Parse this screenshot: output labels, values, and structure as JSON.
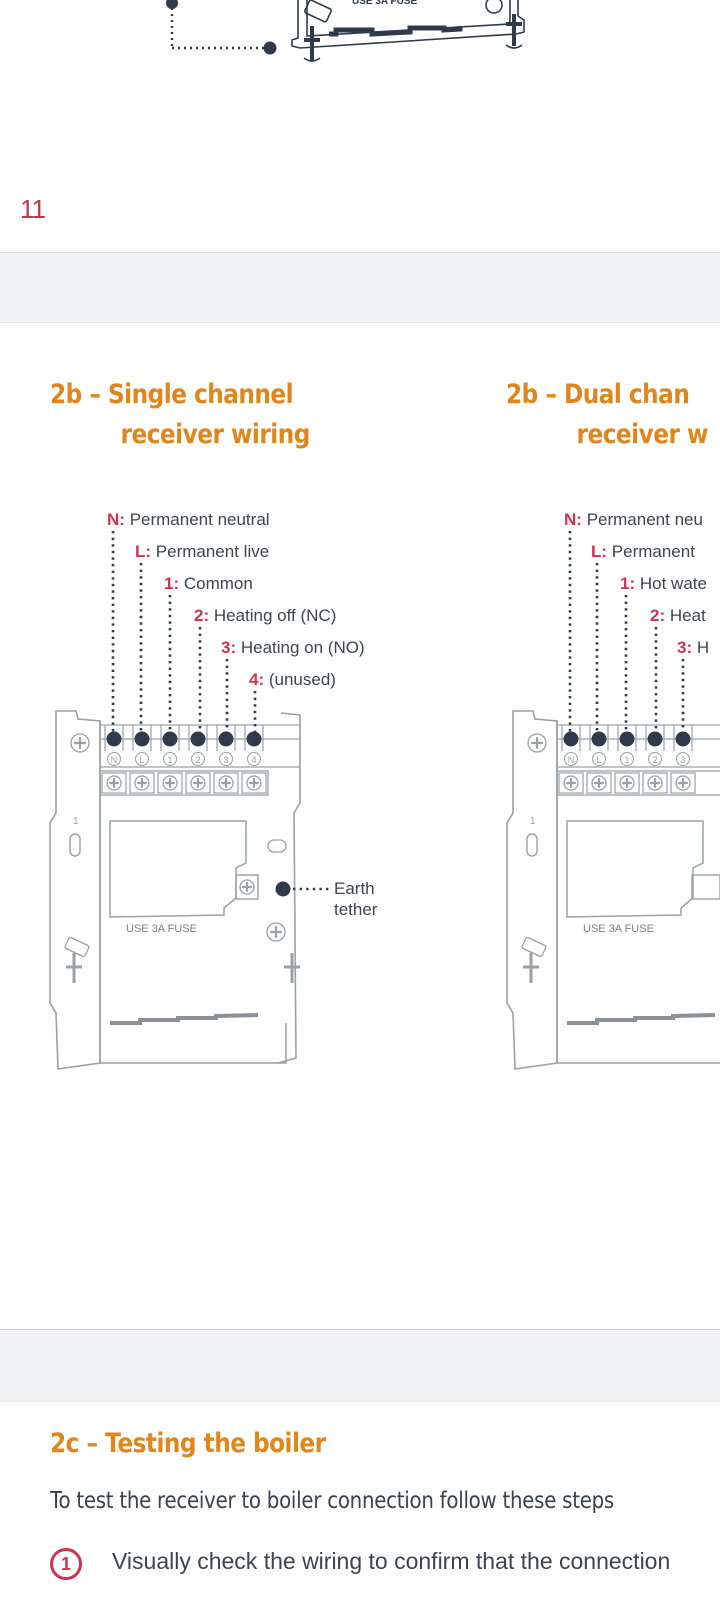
{
  "document": {
    "colors": {
      "heading": "#e0861c",
      "accent_red": "#d3314f",
      "body_text": "#3d4450",
      "diagram_dark": "#2f3b4a",
      "diagram_outline": "#9aa0a6",
      "page_gap": "#f1f2f4"
    }
  },
  "page1": {
    "page_number": "11",
    "diagram_fragment": {
      "fuse_text": "USE 3A FUSE"
    }
  },
  "page2": {
    "left": {
      "title_line1": "2b – Single channel",
      "title_line2": "receiver wiring",
      "terminals": [
        {
          "key": "N:",
          "desc": "Permanent neutral",
          "badge": "N"
        },
        {
          "key": "L:",
          "desc": "Permanent live",
          "badge": "L"
        },
        {
          "key": "1:",
          "desc": "Common",
          "badge": "1"
        },
        {
          "key": "2:",
          "desc": "Heating off (NC)",
          "badge": "2"
        },
        {
          "key": "3:",
          "desc": "Heating on (NO)",
          "badge": "3"
        },
        {
          "key": "4:",
          "desc": "(unused)",
          "badge": "4"
        }
      ],
      "earth_label_line1": "Earth",
      "earth_label_line2": "tether",
      "fuse_text": "USE   3A   FUSE",
      "side_number": "1"
    },
    "right": {
      "title_line1": "2b –  Dual chan",
      "title_line2": "receiver w",
      "terminals": [
        {
          "key": "N:",
          "desc": "Permanent neu",
          "badge": "N"
        },
        {
          "key": "L:",
          "desc": "Permanent",
          "badge": "L"
        },
        {
          "key": "1:",
          "desc": "Hot wate",
          "badge": "1"
        },
        {
          "key": "2:",
          "desc": "Heat",
          "badge": "2"
        },
        {
          "key": "3:",
          "desc": "H",
          "badge": "3"
        }
      ],
      "fuse_text": "USE   3A   FUSE",
      "side_number": "1"
    }
  },
  "page3": {
    "title": "2c – Testing the boiler",
    "intro": "To test the receiver to boiler connection follow these steps",
    "steps": [
      {
        "number": "1",
        "text": "Visually check the wiring to confirm that the connection"
      }
    ]
  }
}
